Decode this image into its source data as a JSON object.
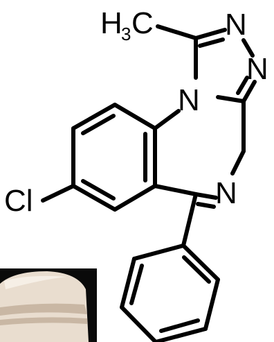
{
  "molecule": {
    "atom_labels": {
      "methyl_h": "H",
      "methyl_sub": "3",
      "methyl_c": "C",
      "n_top": "N",
      "n_right": "N",
      "n_bridge": "N",
      "n_imine": "N",
      "chlorine": "Cl"
    }
  },
  "photo": {
    "colors": {
      "background": "#0a0a0a",
      "cap": "#e9ddcf",
      "cap_shadow": "#c9b7a4",
      "cap_highlight": "#f6efe6"
    }
  }
}
